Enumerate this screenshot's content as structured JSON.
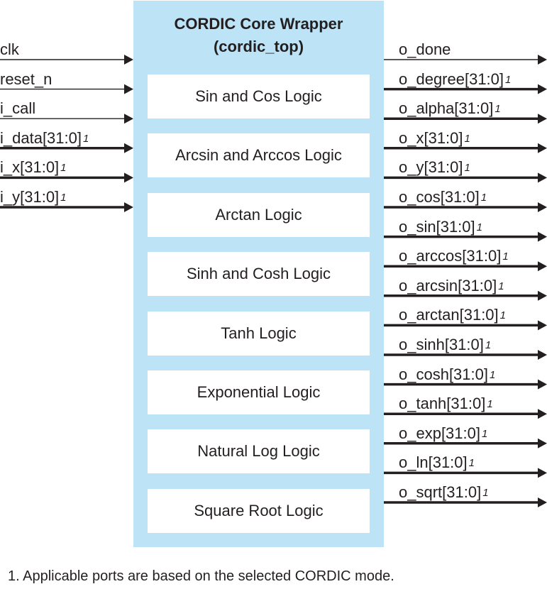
{
  "wrapper": {
    "title_line1": "CORDIC Core Wrapper",
    "title_line2": "(cordic_top)",
    "fill": "#bde3f7"
  },
  "blocks": [
    "Sin and Cos Logic",
    "Arcsin and Arccos Logic",
    "Arctan Logic",
    "Sinh and Cosh Logic",
    "Tanh Logic",
    "Exponential Logic",
    "Natural Log Logic",
    "Square Root Logic"
  ],
  "inputs": [
    {
      "name": "clk",
      "note": "",
      "bus": false
    },
    {
      "name": "reset_n",
      "note": "",
      "bus": false
    },
    {
      "name": "i_call",
      "note": "",
      "bus": false
    },
    {
      "name": "i_data[31:0]",
      "note": "1",
      "bus": true
    },
    {
      "name": "i_x[31:0]",
      "note": "1",
      "bus": true
    },
    {
      "name": "i_y[31:0]",
      "note": "1",
      "bus": true
    }
  ],
  "outputs": [
    {
      "name": "o_done",
      "note": "",
      "bus": false
    },
    {
      "name": "o_degree[31:0]",
      "note": "1",
      "bus": true
    },
    {
      "name": "o_alpha[31:0]",
      "note": "1",
      "bus": true
    },
    {
      "name": "o_x[31:0]",
      "note": "1",
      "bus": true
    },
    {
      "name": "o_y[31:0]",
      "note": "1",
      "bus": true
    },
    {
      "name": "o_cos[31:0]",
      "note": "1",
      "bus": true
    },
    {
      "name": "o_sin[31:0]",
      "note": "1",
      "bus": true
    },
    {
      "name": "o_arccos[31:0]",
      "note": "1",
      "bus": true
    },
    {
      "name": "o_arcsin[31:0]",
      "note": "1",
      "bus": true
    },
    {
      "name": "o_arctan[31:0]",
      "note": "1",
      "bus": true
    },
    {
      "name": "o_sinh[31:0]",
      "note": "1",
      "bus": true
    },
    {
      "name": "o_cosh[31:0]",
      "note": "1",
      "bus": true
    },
    {
      "name": "o_tanh[31:0]",
      "note": "1",
      "bus": true
    },
    {
      "name": "o_exp[31:0]",
      "note": "1",
      "bus": true
    },
    {
      "name": "o_ln[31:0]",
      "note": "1",
      "bus": true
    },
    {
      "name": "o_sqrt[31:0]",
      "note": "1",
      "bus": true
    }
  ],
  "footnote": "1.  Applicable ports are based on the selected CORDIC mode."
}
